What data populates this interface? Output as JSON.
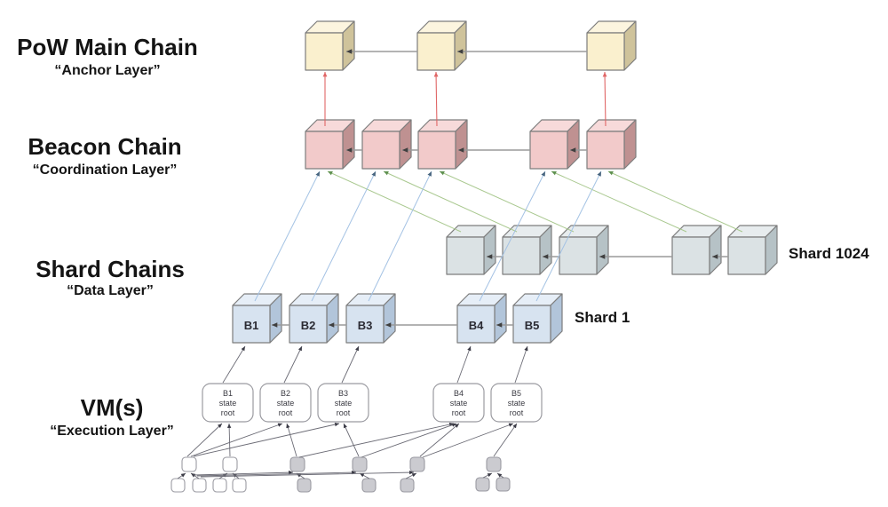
{
  "diagram": {
    "layers": [
      {
        "title": "PoW Main Chain",
        "subtitle": "“Anchor Layer”"
      },
      {
        "title": "Beacon Chain",
        "subtitle": "“Coordination Layer”"
      },
      {
        "title": "Shard Chains",
        "subtitle": "“Data Layer”"
      },
      {
        "title": "VM(s)",
        "subtitle": "“Execution Layer”"
      }
    ],
    "chains": {
      "pow": {
        "block_count": 3
      },
      "beacon": {
        "block_count": 5
      },
      "shard1024": {
        "label": "Shard 1024",
        "block_count": 5
      },
      "shard1": {
        "label": "Shard 1",
        "blocks": [
          "B1",
          "B2",
          "B3",
          "B4",
          "B5"
        ]
      }
    },
    "state_roots": [
      {
        "block": "B1",
        "line1": "state",
        "line2": "root"
      },
      {
        "block": "B2",
        "line1": "state",
        "line2": "root"
      },
      {
        "block": "B3",
        "line1": "state",
        "line2": "root"
      },
      {
        "block": "B4",
        "line1": "state",
        "line2": "root"
      },
      {
        "block": "B5",
        "line1": "state",
        "line2": "root"
      }
    ]
  },
  "colors": {
    "pow_face": "#faf0ce",
    "beacon_face": "#f2caca",
    "shard1024_face": "#dbe2e4",
    "shard1_face": "#d7e3f0",
    "link_gray": "#9a9a9a",
    "anchor_arrow_red": "#e06666",
    "crosslink_green": "#a9c88f",
    "attestation_blue": "#a4c2e4",
    "tree_node_gray": "#cbcbd0"
  }
}
